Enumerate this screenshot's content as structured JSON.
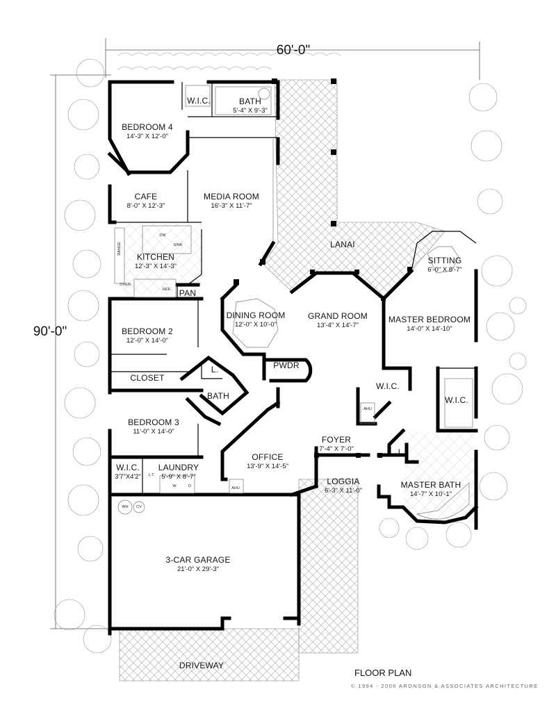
{
  "dimensions": {
    "width": "60'-0\"",
    "depth": "90'-0\""
  },
  "rooms": [
    {
      "name": "W.I.C.",
      "size": ""
    },
    {
      "name": "BATH",
      "size": "5'-4\" X 9'-3\""
    },
    {
      "name": "BEDROOM 4",
      "size": "14'-3\" X 12'-0\""
    },
    {
      "name": "CAFE",
      "size": "8'-0\" X 12'-3\""
    },
    {
      "name": "MEDIA ROOM",
      "size": "16'-3\" X 11'-7\""
    },
    {
      "name": "LANAI",
      "size": ""
    },
    {
      "name": "SITTING",
      "size": "6'-0\" X 8'-7\""
    },
    {
      "name": "KITCHEN",
      "size": "12'-3\" X 14'-3\""
    },
    {
      "name": "PAN",
      "size": ""
    },
    {
      "name": "DINING ROOM",
      "size": "12'-0\" X 10'-0\""
    },
    {
      "name": "GRAND ROOM",
      "size": "13'-4\" X 14'-7\""
    },
    {
      "name": "MASTER BEDROOM",
      "size": "14'-0\" X 14'-10\""
    },
    {
      "name": "BEDROOM 2",
      "size": "12'-0\" X 14'-0\""
    },
    {
      "name": "PWDR",
      "size": ""
    },
    {
      "name": "CLOSET",
      "size": ""
    },
    {
      "name": "L.",
      "size": ""
    },
    {
      "name": "BATH",
      "size": ""
    },
    {
      "name": "W.I.C.",
      "size": ""
    },
    {
      "name": "W.I.C.",
      "size": ""
    },
    {
      "name": "BEDROOM 3",
      "size": "11'-0\" X 14'-0\""
    },
    {
      "name": "FOYER",
      "size": "7'-4\" X 7'-0\""
    },
    {
      "name": "OFFICE",
      "size": "13'-9\" X 14'-5\""
    },
    {
      "name": "L.",
      "size": ""
    },
    {
      "name": "W.I.C.",
      "size": "3'7\"X4'2\""
    },
    {
      "name": "LAUNDRY",
      "size": "5'-9\" X 8'-7\""
    },
    {
      "name": "LOGGIA",
      "size": "6'-3\" X 11'-0\""
    },
    {
      "name": "MASTER BATH",
      "size": "14'-7\" X 10'-1\""
    },
    {
      "name": "3-CAR GARAGE",
      "size": "21'-0\" X 29'-3\""
    },
    {
      "name": "DRIVEWAY",
      "size": ""
    }
  ],
  "fixtures": [
    "DW",
    "SINK",
    "RANGE",
    "OVEN",
    "REF.",
    "AHU",
    "AHU",
    "L.T.",
    "W",
    "D",
    "WH",
    "CV"
  ],
  "title": "FLOOR PLAN",
  "copyright": "© 1994 - 2006 ARONSON & ASSOCIATES ARCHITECTURE"
}
